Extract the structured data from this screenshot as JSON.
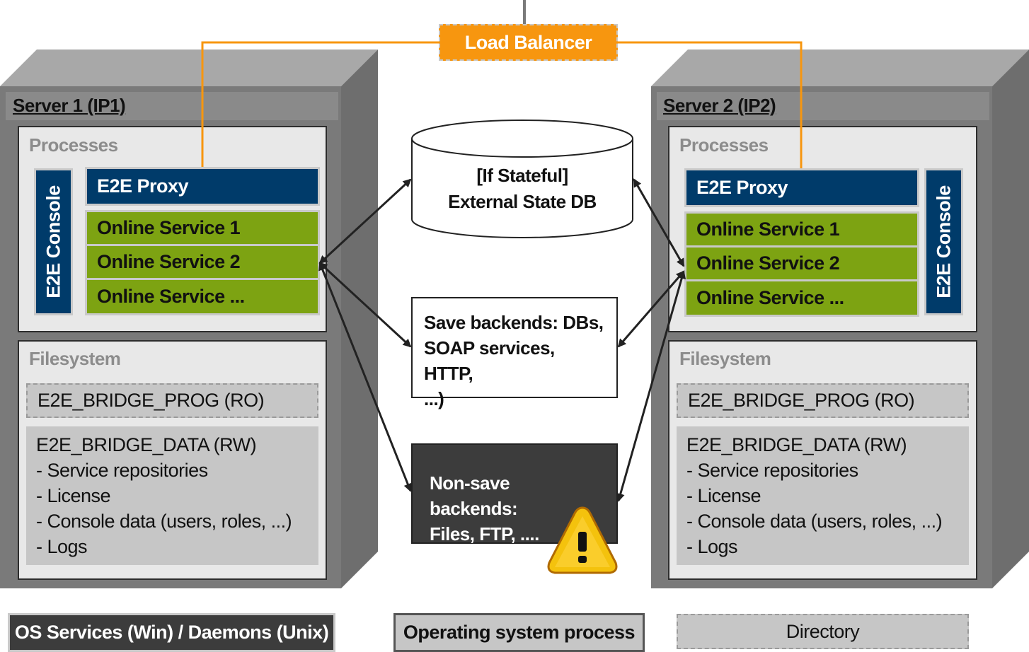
{
  "load_balancer": {
    "label": "Load Balancer"
  },
  "servers": [
    {
      "title": "Server 1 (IP1)",
      "processes_label": "Processes",
      "proxy_label": "E2E Proxy",
      "console_label": "E2E Console",
      "services": [
        "Online Service 1",
        "Online Service 2",
        "Online Service ..."
      ],
      "filesystem_label": "Filesystem",
      "prog_dir": "E2E_BRIDGE_PROG (RO)",
      "data_dir": {
        "title": "E2E_BRIDGE_DATA (RW)",
        "items": [
          "- Service repositories",
          "- License",
          "- Console data (users, roles, ...)",
          "- Logs"
        ]
      }
    },
    {
      "title": "Server 2 (IP2)",
      "processes_label": "Processes",
      "proxy_label": "E2E Proxy",
      "console_label": "E2E Console",
      "services": [
        "Online Service 1",
        "Online Service 2",
        "Online Service ..."
      ],
      "filesystem_label": "Filesystem",
      "prog_dir": "E2E_BRIDGE_PROG (RO)",
      "data_dir": {
        "title": "E2E_BRIDGE_DATA (RW)",
        "items": [
          "- Service repositories",
          "- License",
          "- Console data (users, roles, ...)",
          "- Logs"
        ]
      }
    }
  ],
  "state_db": {
    "line1": "[If Stateful]",
    "line2": "External State DB"
  },
  "save_backends": {
    "lines": [
      "Save backends: DBs,",
      "SOAP services, HTTP,",
      "...)"
    ]
  },
  "nonsave_backends": {
    "lines": [
      "Non-save backends:",
      "Files, FTP, ...."
    ],
    "icon": "warning-icon"
  },
  "legend": {
    "os_services": "OS Services (Win) / Daemons (Unix)",
    "os_process": "Operating system process",
    "directory": "Directory"
  },
  "colors": {
    "server_box": "#7a7a7a",
    "proxy": "#003b6a",
    "service": "#7da312",
    "load_balancer": "#f7960f",
    "nonsave": "#3c3c3c",
    "directory": "#c6c6c6"
  }
}
